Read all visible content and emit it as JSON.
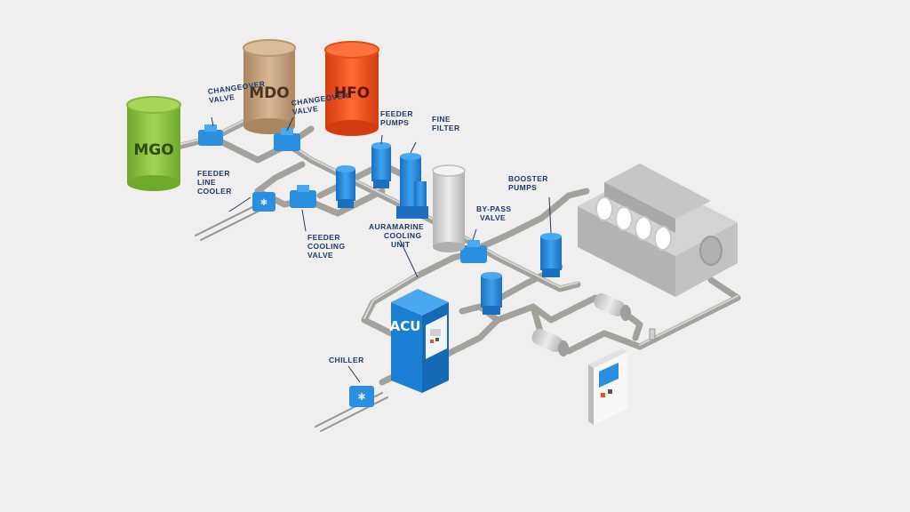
{
  "tanks": {
    "mgo": {
      "label": "MGO",
      "color": "#8cc63f"
    },
    "mdo": {
      "label": "MDO",
      "color": "#c9a57e"
    },
    "hfo": {
      "label": "HFO",
      "color": "#f0501e"
    }
  },
  "labels": {
    "changeover_valve_1": [
      "CHANGEOVER",
      "VALVE"
    ],
    "changeover_valve_2": [
      "CHANGEOVER",
      "VALVE"
    ],
    "feeder_pumps": [
      "FEEDER",
      "PUMPS"
    ],
    "fine_filter": [
      "FINE",
      "FILTER"
    ],
    "booster_pumps": [
      "BOOSTER",
      "PUMPS"
    ],
    "feeder_line_cooler": [
      "FEEDER",
      "LINE",
      "COOLER"
    ],
    "feeder_cooling_valve": [
      "FEEDER",
      "COOLING",
      "VALVE"
    ],
    "auramarine_cooling_unit": [
      "AURAMARINE",
      "COOLING",
      "UNIT"
    ],
    "bypass_valve": [
      "BY-PASS",
      "VALVE"
    ],
    "chiller": [
      "CHILLER"
    ]
  },
  "acu": {
    "label": "ACU",
    "color": "#1b7fd4"
  },
  "colors": {
    "background": "#f0eeee",
    "pipe": "#a3a19c",
    "pipe_highlight": "#d8d6d2",
    "component_blue": "#2b8fe0",
    "label_text": "#1e3a63",
    "engine": "#c8c8c8"
  }
}
